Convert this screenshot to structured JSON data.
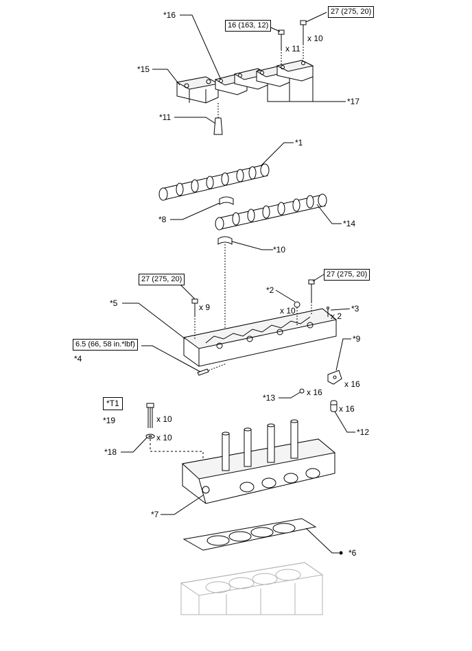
{
  "callouts": {
    "c1": "*1",
    "c2": "*2",
    "c3": "*3",
    "c4": "*4",
    "c5": "*5",
    "c6": "*6",
    "c7": "*7",
    "c8": "*8",
    "c9": "*9",
    "c10": "*10",
    "c11": "*11",
    "c12": "*12",
    "c13": "*13",
    "c14": "*14",
    "c15": "*15",
    "c16": "*16",
    "c17": "*17",
    "c18": "*18",
    "c19": "*19"
  },
  "torque_specs": {
    "cap_bolt_small": "16 (163, 12)",
    "cap_bolt_large": "27 (275, 20)",
    "housing_bolt_left": "27 (275, 20)",
    "housing_bolt_right": "27 (275, 20)",
    "pin_spec": "6.5 (66, 58 in.*lbf)"
  },
  "tool_tag": "*T1",
  "quantities": {
    "cap_bolt_small": "x 11",
    "cap_bolt_large": "x 10",
    "housing_bolt_left": "x 9",
    "nut_c2": "x 10",
    "pin_c3": "x 2",
    "rocker_c9": "x 16",
    "ball_c13": "x 16",
    "adjuster_c12": "x 16",
    "head_bolt_c19": "x 10",
    "washer_c18": "x 10"
  }
}
